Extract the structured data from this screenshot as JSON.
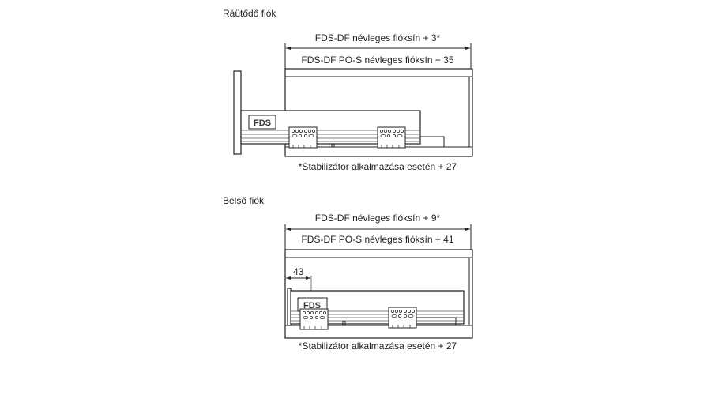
{
  "top": {
    "title": "Ráütődő fiók",
    "dim_outer": "FDS-DF névleges fióksín + 3*",
    "dim_inner": "FDS-DF PO-S névleges fióksín + 35",
    "logo": "FDS",
    "footnote": "*Stabilizátor alkalmazása esetén + 27"
  },
  "bottom": {
    "title": "Belső fiók",
    "dim_outer": "FDS-DF névleges fióksín + 9*",
    "dim_inner": "FDS-DF PO-S névleges fióksín + 41",
    "offset_label": "43",
    "logo": "FDS",
    "footnote": "*Stabilizátor alkalmazása esetén + 27"
  }
}
